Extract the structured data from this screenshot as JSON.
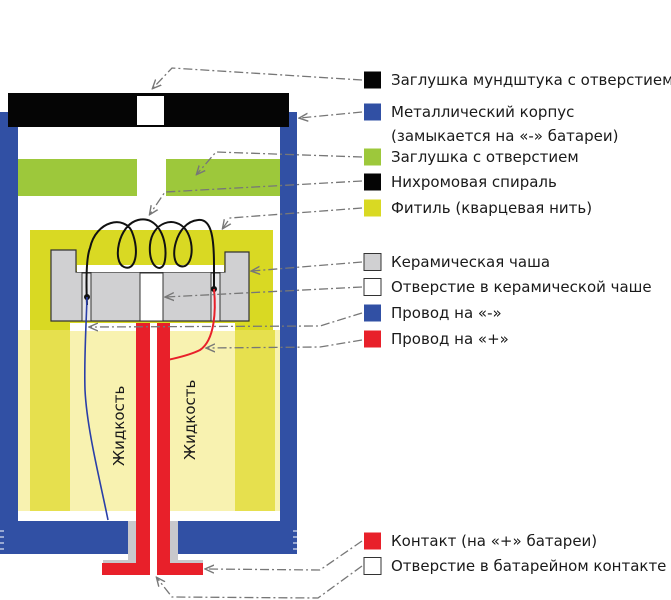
{
  "colors": {
    "black": "#050505",
    "blue": "#3150a4",
    "green": "#9dc83b",
    "wick_yellow": "#d9d923",
    "liquid_light": "#f8f2b0",
    "liquid_mid": "#e6e04e",
    "ceramic": "#d0d0d2",
    "red": "#e8202a",
    "white": "#ffffff",
    "leader": "#777777"
  },
  "liquid_labels": [
    "Жидкость",
    "Жидкость"
  ],
  "legend": [
    {
      "id": "mouthpiece-plug",
      "swatch": "black",
      "lines": [
        "Заглушка мундштука с отверстием"
      ]
    },
    {
      "id": "metal-body",
      "swatch": "blue",
      "lines": [
        "Металлический корпус",
        "(замыкается на «-» батареи)"
      ]
    },
    {
      "id": "plug-with-hole",
      "swatch": "green",
      "lines": [
        "Заглушка с отверстием"
      ]
    },
    {
      "id": "nichrome-coil",
      "swatch": "black",
      "lines": [
        "Нихромовая спираль"
      ]
    },
    {
      "id": "wick",
      "swatch": "wick_yellow",
      "lines": [
        "Фитиль (кварцевая нить)"
      ]
    },
    {
      "id": "ceramic-cup",
      "swatch": "ceramic",
      "lines": [
        "Керамическая чаша"
      ]
    },
    {
      "id": "ceramic-cup-hole",
      "swatch": "white",
      "lines": [
        "Отверстие в керамической чаше"
      ]
    },
    {
      "id": "wire-minus",
      "swatch": "blue",
      "lines": [
        "Провод на «-»"
      ]
    },
    {
      "id": "wire-plus",
      "swatch": "red",
      "lines": [
        "Провод на «+»"
      ]
    },
    {
      "id": "contact-plus",
      "swatch": "red",
      "lines": [
        "Контакт (на «+» батареи)"
      ]
    },
    {
      "id": "battery-contact-hole",
      "swatch": "white",
      "lines": [
        "Отверстие в батарейном контакте"
      ]
    }
  ]
}
